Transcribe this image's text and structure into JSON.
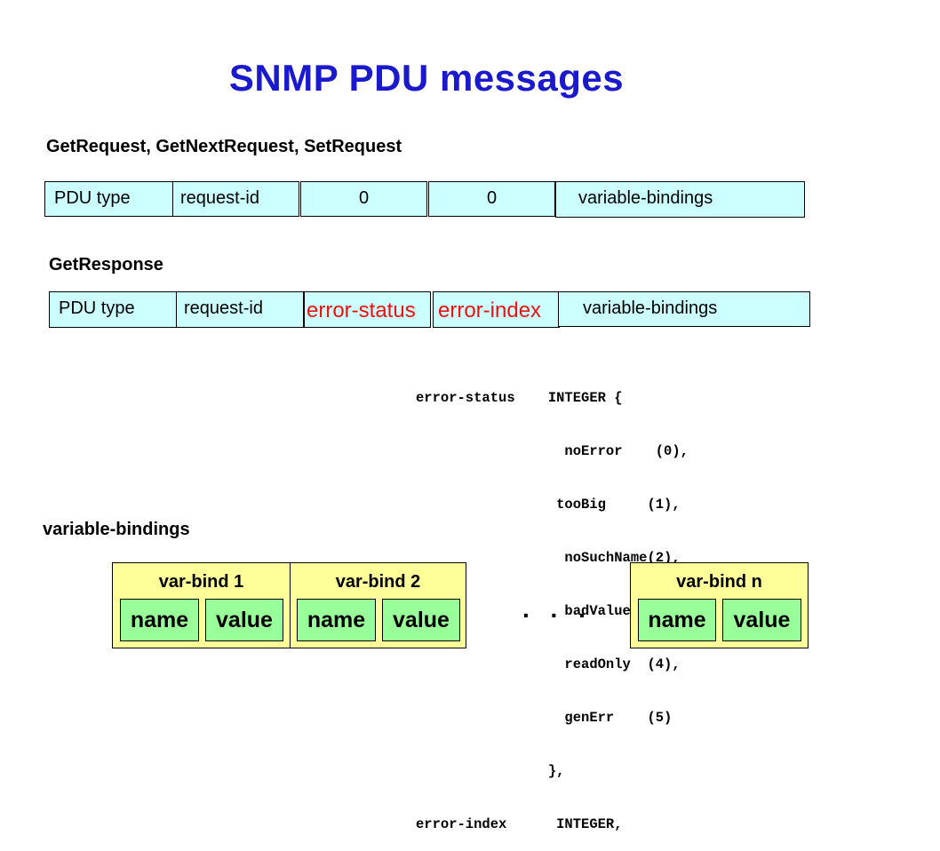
{
  "title": "SNMP PDU messages",
  "request_section": {
    "label": "GetRequest, GetNextRequest, SetRequest",
    "fields": [
      "PDU type",
      "request-id",
      "0",
      "0",
      "variable-bindings"
    ]
  },
  "response_section": {
    "label": "GetResponse",
    "fields": [
      "PDU type",
      "request-id",
      "error-status",
      "error-index",
      "variable-bindings"
    ]
  },
  "definition": {
    "lines": [
      "error-status    INTEGER {",
      "                  noError    (0),",
      "                 tooBig     (1),",
      "                  noSuchName(2),",
      "                  badValue  (3),",
      "                  readOnly  (4),",
      "                  genErr    (5)",
      "                },",
      "error-index      INTEGER,"
    ]
  },
  "varbind_section": {
    "label": "variable-bindings",
    "ellipsis": ". . .",
    "binds": [
      {
        "label": "var-bind 1",
        "name": "name",
        "value": "value"
      },
      {
        "label": "var-bind 2",
        "name": "name",
        "value": "value"
      },
      {
        "label": "var-bind n",
        "name": "name",
        "value": "value"
      }
    ]
  },
  "colors": {
    "title": "#1a1acc",
    "pdu_field_fill": "#ccffff",
    "error_text": "#ee1111",
    "varbind_fill": "#ffff99",
    "name_value_fill": "#99ff99"
  }
}
